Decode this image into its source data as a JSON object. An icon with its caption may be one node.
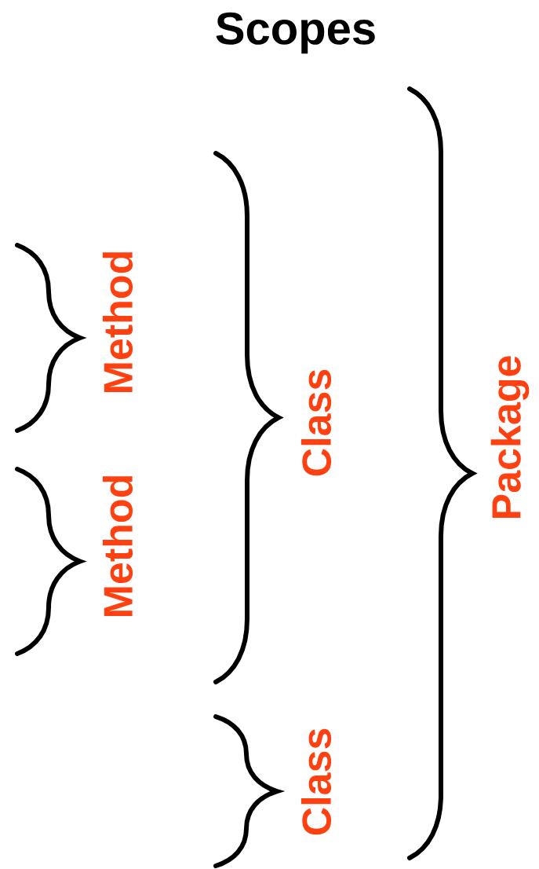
{
  "diagram": {
    "title": "Scopes",
    "labels": [
      "Method",
      "Method",
      "Class",
      "Class",
      "Package"
    ]
  }
}
